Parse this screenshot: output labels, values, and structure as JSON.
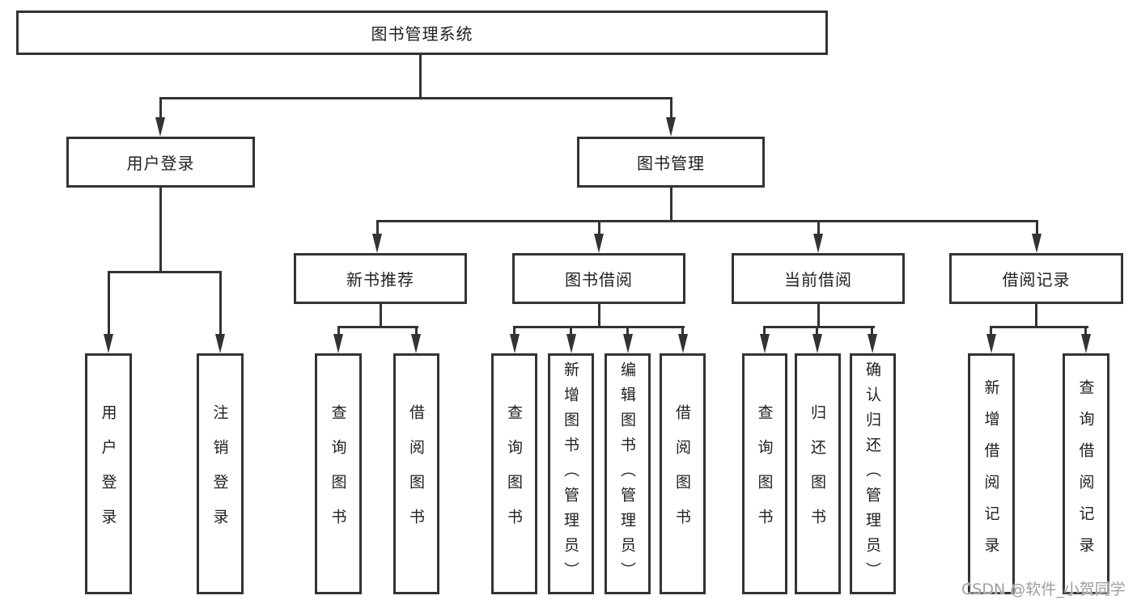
{
  "diagram": {
    "root": {
      "label": "图书管理系统"
    },
    "level2": [
      {
        "label": "用户登录"
      },
      {
        "label": "图书管理"
      }
    ],
    "level3": [
      {
        "label": "新书推荐",
        "parent": "图书管理"
      },
      {
        "label": "图书借阅",
        "parent": "图书管理"
      },
      {
        "label": "当前借阅",
        "parent": "图书管理"
      },
      {
        "label": "借阅记录",
        "parent": "图书管理"
      }
    ],
    "leaves": [
      {
        "label": "用户登录",
        "parent": "用户登录"
      },
      {
        "label": "注销登录",
        "parent": "用户登录"
      },
      {
        "label": "查询图书",
        "parent": "新书推荐"
      },
      {
        "label": "借阅图书",
        "parent": "新书推荐"
      },
      {
        "label": "查询图书",
        "parent": "图书借阅"
      },
      {
        "label": "新增图书（管理员）",
        "parent": "图书借阅"
      },
      {
        "label": "编辑图书（管理员）",
        "parent": "图书借阅"
      },
      {
        "label": "借阅图书",
        "parent": "图书借阅"
      },
      {
        "label": "查询图书",
        "parent": "当前借阅"
      },
      {
        "label": "归还图书",
        "parent": "当前借阅"
      },
      {
        "label": "确认归还（管理员）",
        "parent": "当前借阅"
      },
      {
        "label": "新增借阅记录",
        "parent": "借阅记录"
      },
      {
        "label": "查询借阅记录",
        "parent": "借阅记录"
      }
    ]
  },
  "watermark": {
    "text": "CSDN @软件_小贺同学"
  },
  "colors": {
    "line": "#333333",
    "text": "#1f1f1f",
    "box_fill": "#ffffff",
    "background": "#ffffff",
    "watermark": "#9f9f9f"
  }
}
